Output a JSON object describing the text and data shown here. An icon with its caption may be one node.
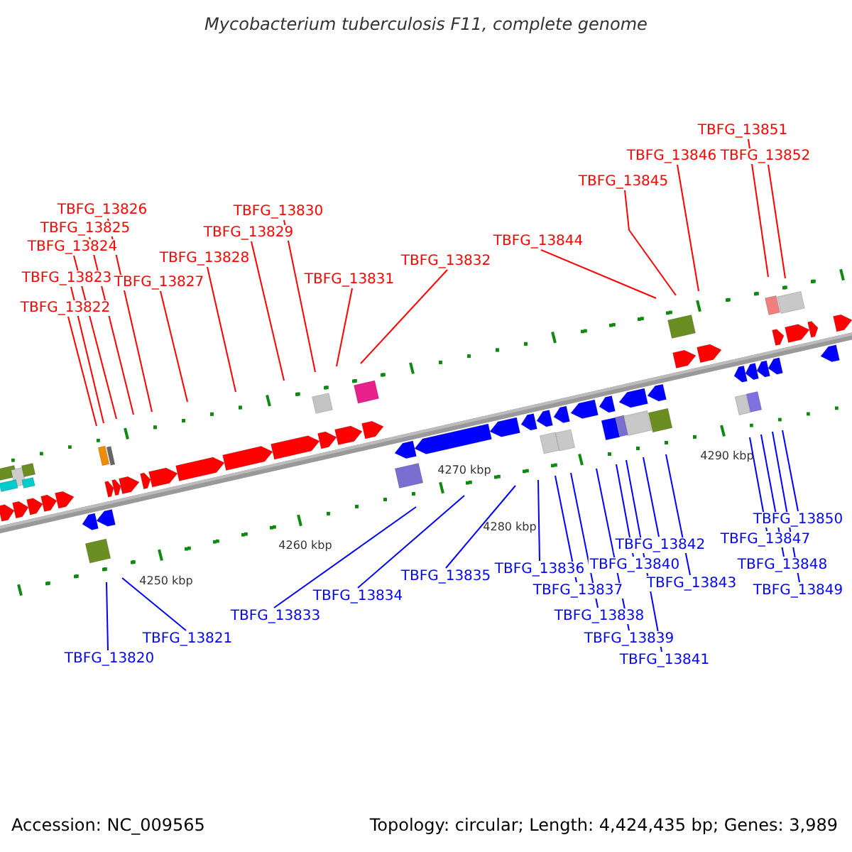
{
  "diagram": {
    "title": "Mycobacterium tuberculosis F11, complete genome",
    "nodes": [
      {
        "text": [
          "TBFG_13851"
        ]
      },
      {
        "text": [
          "TBFG_13846"
        ]
      },
      {
        "text": [
          "TBFG_13852"
        ]
      },
      {
        "text": [
          "TBFG_13845"
        ]
      },
      {
        "text": [
          "TBFG_13826"
        ]
      },
      {
        "text": [
          "TBFG_13830"
        ]
      },
      {
        "text": [
          "TBFG_13825"
        ]
      },
      {
        "text": [
          "TBFG_13829"
        ]
      },
      {
        "text": [
          "TBFG_13844"
        ]
      },
      {
        "text": [
          "TBFG_13824"
        ]
      },
      {
        "text": [
          "TBFG_13828"
        ]
      },
      {
        "text": [
          "TBFG_13832"
        ]
      },
      {
        "text": [
          "TBFG_13823"
        ]
      },
      {
        "text": [
          "TBFG_13831"
        ]
      },
      {
        "text": [
          "TBFG_13827"
        ]
      },
      {
        "text": [
          "TBFG_13822"
        ]
      },
      {
        "text": [
          "TBFG_13850"
        ]
      },
      {
        "text": [
          "TBFG_13847"
        ]
      },
      {
        "text": [
          "TBFG_13842"
        ]
      },
      {
        "text": [
          "TBFG_13840"
        ]
      },
      {
        "text": [
          "TBFG_13848"
        ]
      },
      {
        "text": [
          "TBFG_13836"
        ]
      },
      {
        "text": [
          "TBFG_13835"
        ]
      },
      {
        "text": [
          "TBFG_13843"
        ]
      },
      {
        "text": [
          "TBFG_13837"
        ]
      },
      {
        "text": [
          "TBFG_13849"
        ]
      },
      {
        "text": [
          "TBFG_13834"
        ]
      },
      {
        "text": [
          "TBFG_13833"
        ]
      },
      {
        "text": [
          "TBFG_13838"
        ]
      },
      {
        "text": [
          "TBFG_13821"
        ]
      },
      {
        "text": [
          "TBFG_13839"
        ]
      },
      {
        "text": [
          "TBFG_13820"
        ]
      },
      {
        "text": [
          "TBFG_13841"
        ]
      }
    ],
    "edges": [
      {
        "from": 0,
        "to": null,
        "arrow": "none",
        "color": "#ff0000"
      },
      {
        "from": 1,
        "to": null,
        "arrow": "none",
        "color": "#ff0000"
      },
      {
        "from": 2,
        "to": null,
        "arrow": "none",
        "color": "#ff0000"
      },
      {
        "from": 3,
        "to": null,
        "arrow": "none",
        "color": "#ff0000"
      },
      {
        "from": 4,
        "to": null,
        "arrow": "none",
        "color": "#ff0000"
      },
      {
        "from": 5,
        "to": null,
        "arrow": "none",
        "color": "#ff0000"
      },
      {
        "from": 6,
        "to": null,
        "arrow": "none",
        "color": "#ff0000"
      },
      {
        "from": 7,
        "to": null,
        "arrow": "none",
        "color": "#ff0000"
      },
      {
        "from": 8,
        "to": null,
        "arrow": "none",
        "color": "#ff0000"
      },
      {
        "from": 9,
        "to": null,
        "arrow": "none",
        "color": "#ff0000"
      },
      {
        "from": 10,
        "to": null,
        "arrow": "none",
        "color": "#ff0000"
      },
      {
        "from": 11,
        "to": null,
        "arrow": "none",
        "color": "#ff0000"
      },
      {
        "from": 12,
        "to": null,
        "arrow": "none",
        "color": "#ff0000"
      },
      {
        "from": 13,
        "to": null,
        "arrow": "none",
        "color": "#ff0000"
      },
      {
        "from": 14,
        "to": null,
        "arrow": "none",
        "color": "#ff0000"
      },
      {
        "from": 15,
        "to": null,
        "arrow": "none",
        "color": "#ff0000"
      },
      {
        "from": 16,
        "to": null,
        "arrow": "none"
      },
      {
        "from": 17,
        "to": null,
        "arrow": "none"
      },
      {
        "from": 18,
        "to": null,
        "arrow": "none"
      },
      {
        "from": 19,
        "to": null,
        "arrow": "none"
      },
      {
        "from": 20,
        "to": null,
        "arrow": "none"
      },
      {
        "from": 21,
        "to": null,
        "arrow": "none"
      },
      {
        "from": 22,
        "to": null,
        "arrow": "none"
      },
      {
        "from": 23,
        "to": null,
        "arrow": "none"
      },
      {
        "from": 24,
        "to": null,
        "arrow": "none"
      },
      {
        "from": 25,
        "to": null,
        "arrow": "none"
      },
      {
        "from": 26,
        "to": null,
        "arrow": "none"
      },
      {
        "from": 27,
        "to": null,
        "arrow": "none"
      },
      {
        "from": 28,
        "to": null,
        "arrow": "none"
      },
      {
        "from": 29,
        "to": null,
        "arrow": "none"
      },
      {
        "from": 30,
        "to": null,
        "arrow": "none"
      },
      {
        "from": 31,
        "to": null,
        "arrow": "none"
      },
      {
        "from": 32,
        "to": null,
        "arrow": "none"
      }
    ],
    "labels": [
      "4250 kbp",
      "4260 kbp",
      "4270 kbp",
      "4280 kbp",
      "4290 kbp",
      "Accession: NC_009565",
      "Topology: circular; Length: 4,424,435 bp; Genes: 3,989"
    ]
  }
}
